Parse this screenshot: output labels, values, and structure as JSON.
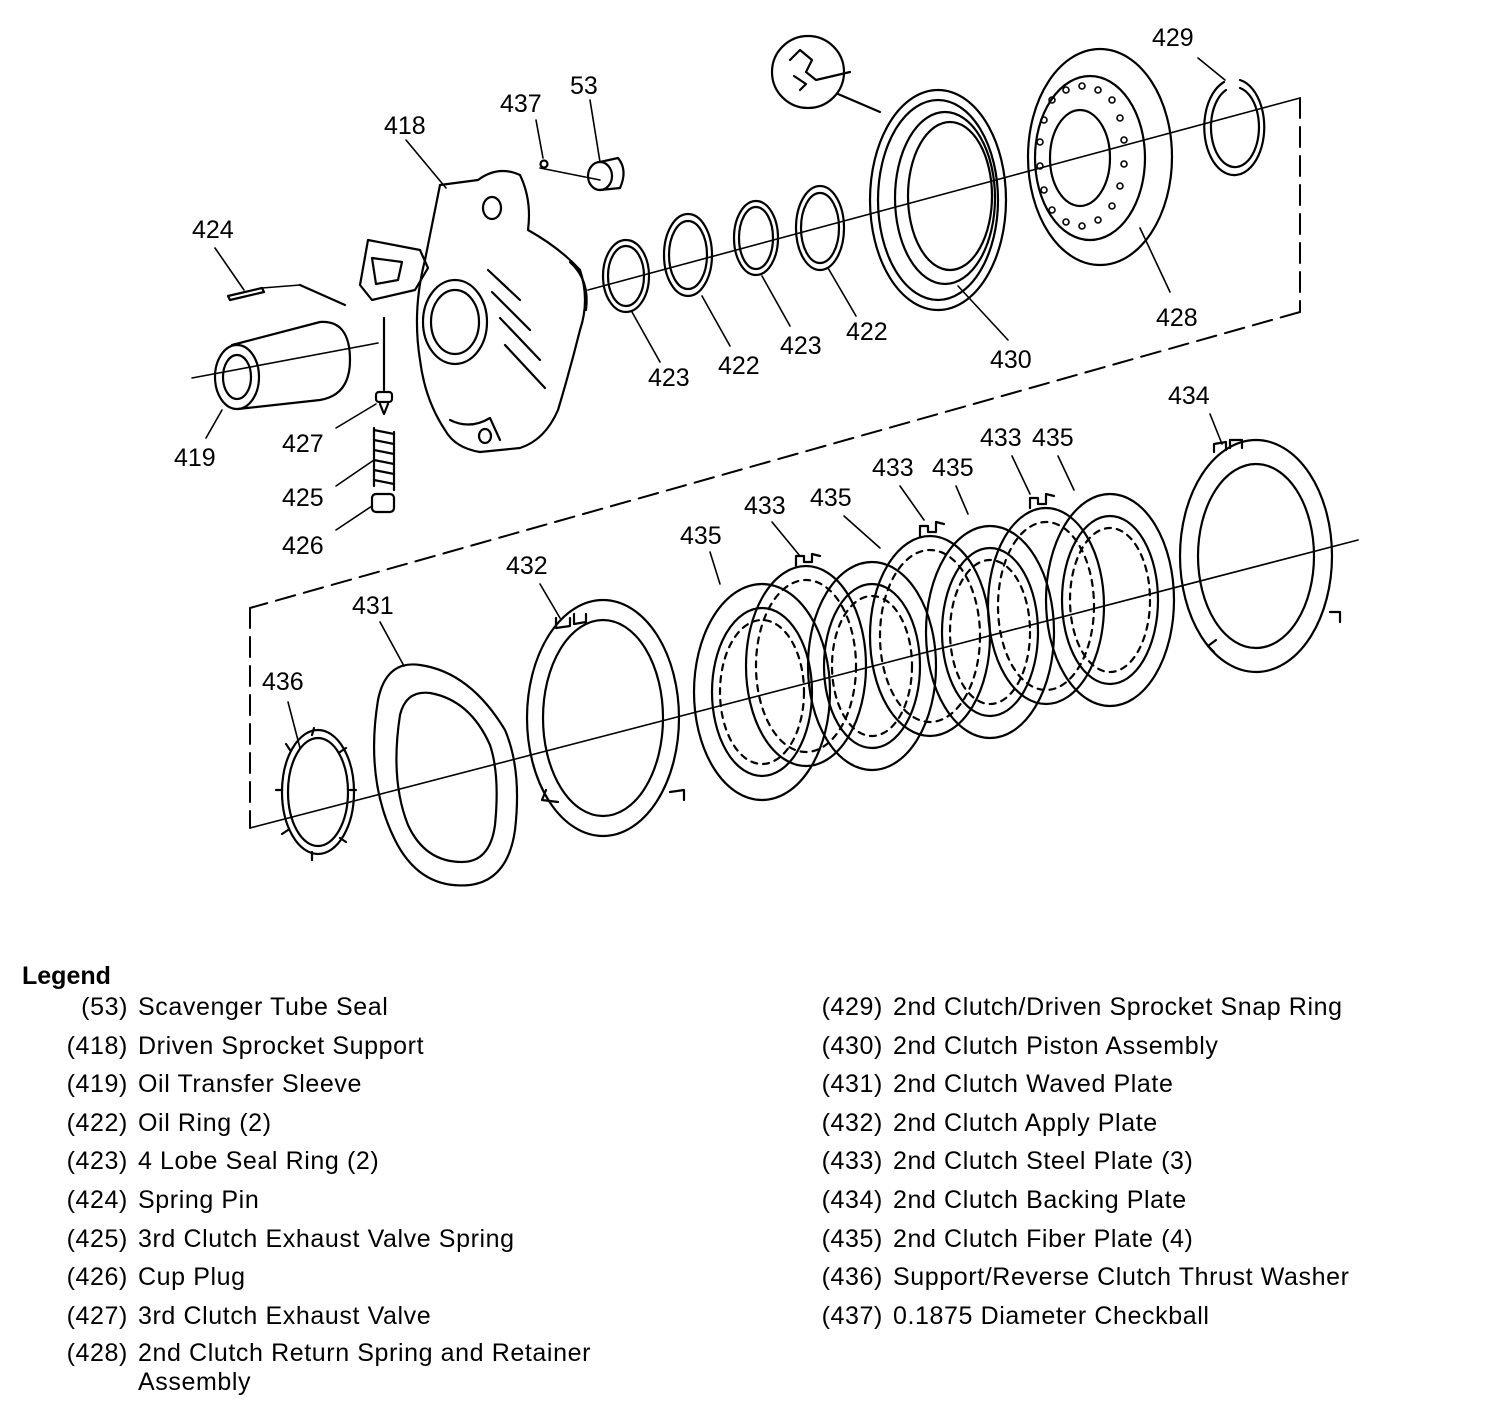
{
  "callouts": {
    "c429": "429",
    "c437": "437",
    "c53": "53",
    "c418": "418",
    "c424": "424",
    "c428": "428",
    "c423a": "423",
    "c422a": "422",
    "c423b": "423",
    "c422b": "422",
    "c430": "430",
    "c419": "419",
    "c427": "427",
    "c425": "425",
    "c426": "426",
    "c434": "434",
    "c433a": "433",
    "c435a": "435",
    "c433b": "433",
    "c435b": "435",
    "c433c": "433",
    "c435c": "435",
    "c435d": "435",
    "c432": "432",
    "c431": "431",
    "c436": "436"
  },
  "legend": {
    "title": "Legend",
    "left": [
      {
        "num": "(53)",
        "desc": "Scavenger Tube Seal"
      },
      {
        "num": "(418)",
        "desc": "Driven Sprocket Support"
      },
      {
        "num": "(419)",
        "desc": "Oil Transfer Sleeve"
      },
      {
        "num": "(422)",
        "desc": "Oil Ring (2)"
      },
      {
        "num": "(423)",
        "desc": "4 Lobe Seal Ring (2)"
      },
      {
        "num": "(424)",
        "desc": "Spring Pin"
      },
      {
        "num": "(425)",
        "desc": "3rd Clutch Exhaust Valve Spring"
      },
      {
        "num": "(426)",
        "desc": "Cup Plug"
      },
      {
        "num": "(427)",
        "desc": "3rd Clutch Exhaust Valve"
      },
      {
        "num": "(428)",
        "desc": "2nd Clutch Return Spring and Retainer Assembly"
      }
    ],
    "right": [
      {
        "num": "(429)",
        "desc": "2nd Clutch/Driven Sprocket Snap Ring"
      },
      {
        "num": "(430)",
        "desc": "2nd Clutch Piston Assembly"
      },
      {
        "num": "(431)",
        "desc": "2nd Clutch Waved Plate"
      },
      {
        "num": "(432)",
        "desc": "2nd Clutch Apply Plate"
      },
      {
        "num": "(433)",
        "desc": "2nd Clutch Steel Plate (3)"
      },
      {
        "num": "(434)",
        "desc": "2nd Clutch Backing Plate"
      },
      {
        "num": "(435)",
        "desc": "2nd Clutch Fiber Plate (4)"
      },
      {
        "num": "(436)",
        "desc": "Support/Reverse Clutch Thrust Washer"
      },
      {
        "num": "(437)",
        "desc": "0.1875 Diameter Checkball"
      }
    ]
  }
}
